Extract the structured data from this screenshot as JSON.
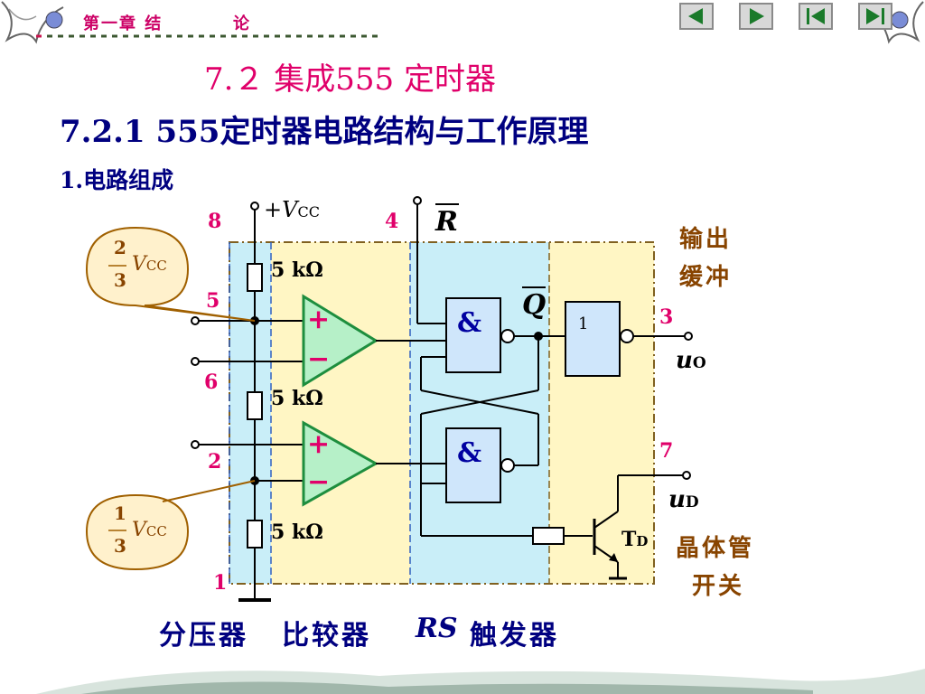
{
  "header": {
    "chapter": "第一章 结",
    "chapter_b": "论",
    "nav": [
      "prev-button",
      "next-button",
      "first-button",
      "last-button"
    ]
  },
  "title": "7.２ 集成555  定时器",
  "subtitle": "7.2.1 555定时器电路结构与工作原理",
  "section": "1.电路组成",
  "circuit": {
    "vcc": "+V",
    "vcc_sub": "CC",
    "r_bar": "R",
    "q_bar": "Q",
    "resistor": "5 kΩ",
    "gate_and": "&",
    "gate_not": "1",
    "plus": "+",
    "minus": "−",
    "pins": {
      "p8": "8",
      "p4": "4",
      "p5": "5",
      "p6": "6",
      "p2": "2",
      "p1": "1",
      "p3": "3",
      "p7": "7"
    },
    "two_thirds_num": "2",
    "two_thirds_den": "3",
    "one_third_num": "1",
    "one_third_den": "3",
    "vcc_frac": "V",
    "vcc_frac_sub": "CC",
    "uo": "u",
    "uo_sub": "O",
    "ud": "u",
    "ud_sub": "D",
    "td": "T",
    "td_sub": "D"
  },
  "labels": {
    "output_buffer_1": "输出",
    "output_buffer_2": "缓冲",
    "transistor_switch_1": "晶体管",
    "transistor_switch_2": "开关",
    "divider": "分压器",
    "comparator": "比较器",
    "rs": "RS",
    "trigger": "触发器"
  },
  "colors": {
    "title": "#e0006a",
    "heading": "#000080",
    "pin": "#e0006a",
    "label_brown": "#884400",
    "region_yellow": "#fff6c4",
    "region_blue": "#c9eef8",
    "comparator_fill": "#b6f0c8",
    "comparator_stroke": "#1e8e3e",
    "gate_fill": "#cfe6fb",
    "callout_fill": "#fff1cc"
  }
}
